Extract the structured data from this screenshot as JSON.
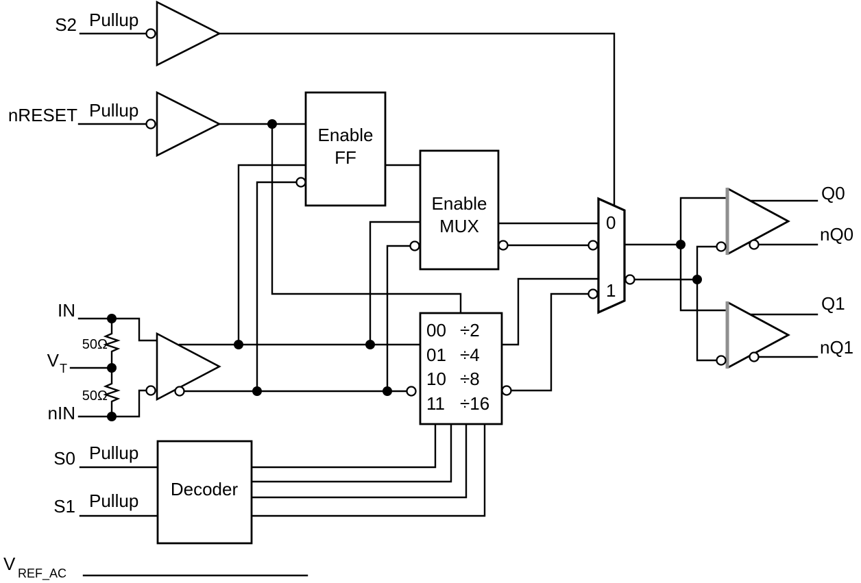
{
  "signals": {
    "s2": "S2",
    "nreset": "nRESET",
    "in": "IN",
    "vt_main": "V",
    "vt_sub": "T",
    "nin": "nIN",
    "s0": "S0",
    "s1": "S1",
    "vref_main": "V",
    "vref_sub": "REF_AC",
    "q0": "Q0",
    "nq0": "nQ0",
    "q1": "Q1",
    "nq1": "nQ1"
  },
  "annotations": {
    "pullup_s2": "Pullup",
    "pullup_nreset": "Pullup",
    "pullup_s0": "Pullup",
    "pullup_s1": "Pullup",
    "resistor_top": "50Ω",
    "resistor_bottom": "50Ω"
  },
  "blocks": {
    "enable_ff": {
      "line1": "Enable",
      "line2": "FF"
    },
    "enable_mux": {
      "line1": "Enable",
      "line2": "MUX"
    },
    "decoder": "Decoder",
    "divider": {
      "rows": [
        {
          "code": "00",
          "ratio": "÷2"
        },
        {
          "code": "01",
          "ratio": "÷4"
        },
        {
          "code": "10",
          "ratio": "÷8"
        },
        {
          "code": "11",
          "ratio": "÷16"
        }
      ]
    },
    "output_mux": {
      "input0": "0",
      "input1": "1"
    }
  },
  "colors": {
    "wire": "#000000",
    "buffer_input_edge": "#8f8f8f",
    "background": "#ffffff"
  }
}
